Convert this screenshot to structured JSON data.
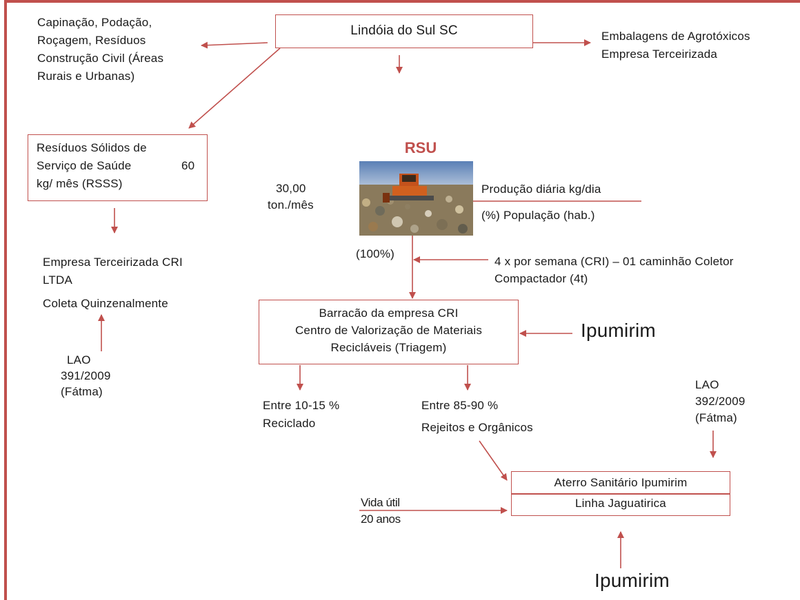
{
  "colors": {
    "accent": "#c0504d",
    "text": "#1a1a1a"
  },
  "top_box": "Lindóia do Sul SC",
  "left_top_note": [
    "Capinação, Podação,",
    "Roçagem, Resíduos",
    "Construção Civil (Áreas",
    "Rurais e Urbanas)"
  ],
  "right_top_note": [
    "Embalagens de Agrotóxicos",
    "Empresa Terceirizada"
  ],
  "rsss_box": {
    "line1": "Resíduos Sólidos de",
    "line2": "Serviço de Saúde",
    "value": "60",
    "line3": "kg/ mês   (RSSS)"
  },
  "rsss_company": {
    "line1": "Empresa Terceirizada  CRI",
    "line2": "LTDA",
    "line3": "Coleta Quinzenalmente"
  },
  "lao_left": [
    "LAO",
    "391/2009",
    "(Fátma)"
  ],
  "rsu": {
    "title": "RSU",
    "amount": [
      "30,00",
      "ton./mês"
    ],
    "production_label": "Produção diária kg/dia",
    "population_label": "(%) População  (hab.)",
    "percent": "(100%)",
    "image_icon": "bulldozer-landfill-photo"
  },
  "collection": [
    "4 x por semana (CRI) – 01 caminhão Coletor",
    "Compactador  (4t)"
  ],
  "crI_box": [
    "Barracão da empresa CRI",
    "Centro de Valorização de Materiais",
    "Recicláveis (Triagem)"
  ],
  "ipumirim_mid": "Ipumirim",
  "recycled": [
    "Entre 10-15  %",
    "Reciclado"
  ],
  "rejects": [
    "Entre 85-90 %",
    "Rejeitos e Orgânicos"
  ],
  "lao_right": [
    "LAO",
    "392/2009",
    "(Fátma)"
  ],
  "landfill_box": {
    "line1": "Aterro Sanitário Ipumirim",
    "line2": "Linha Jaguatirica"
  },
  "useful_life": [
    "Vida útil",
    "20 anos"
  ],
  "ipumirim_bottom": "Ipumirim"
}
